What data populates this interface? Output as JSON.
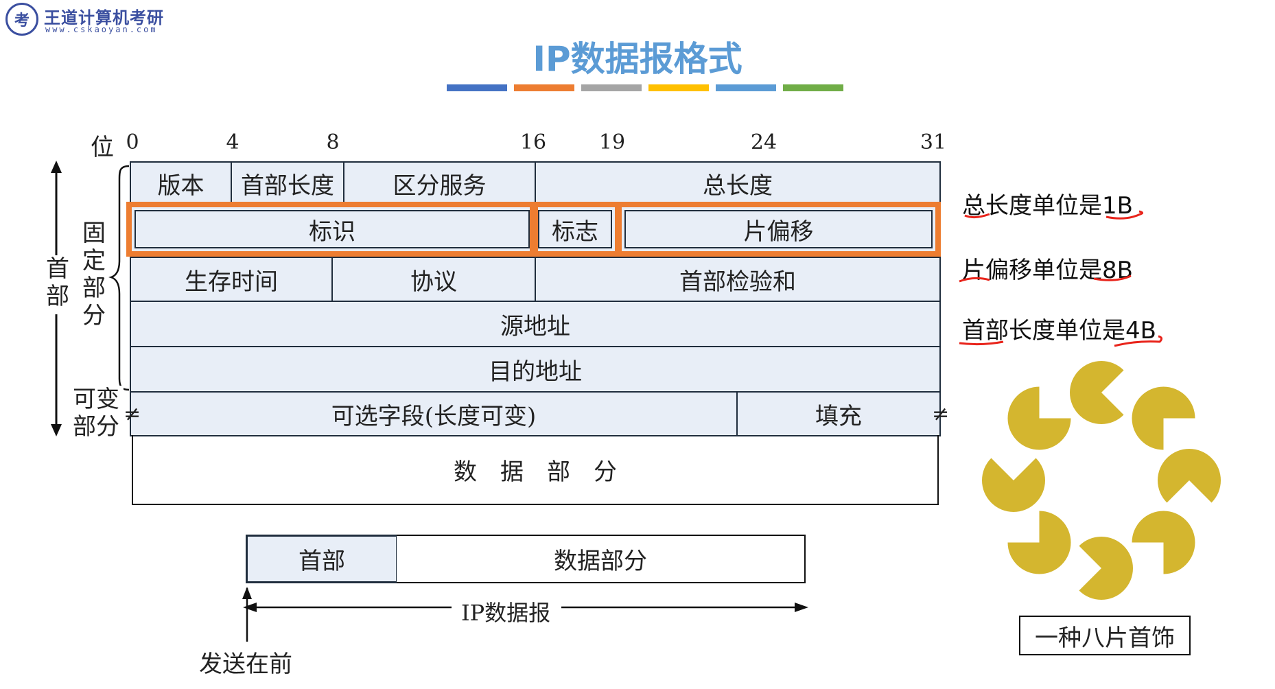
{
  "logo": {
    "badge": "考",
    "name": "王道计算机考研",
    "url": "www.cskaoyan.com"
  },
  "title": "IP数据报格式",
  "title_bars": [
    "#4472c4",
    "#ed7d31",
    "#a5a5a5",
    "#ffc000",
    "#5b9bd5",
    "#70ad47"
  ],
  "bit_axis": {
    "label": "位",
    "numbers": [
      "0",
      "4",
      "8",
      "16",
      "19",
      "24",
      "31"
    ]
  },
  "side_labels": {
    "header": "首部",
    "fixed": "固定部分",
    "variable": "可变部分"
  },
  "header_rows": {
    "row1": {
      "version": "版本",
      "header_length": "首部长度",
      "diff_service": "区分服务",
      "total_length": "总长度"
    },
    "row2": {
      "identification": "标识",
      "flags": "标志",
      "fragment_offset": "片偏移"
    },
    "row3": {
      "ttl": "生存时间",
      "protocol": "协议",
      "checksum": "首部检验和"
    },
    "row4": {
      "source": "源地址"
    },
    "row5": {
      "destination": "目的地址"
    },
    "row6": {
      "options": "可选字段(长度可变)",
      "padding": "填充"
    }
  },
  "data_part": "数　据　部　分",
  "bottom": {
    "header": "首部",
    "data": "数据部分",
    "datagram": "IP数据报",
    "sent_first": "发送在前"
  },
  "notes": [
    "总长度单位是1B",
    "片偏移单位是8B",
    "首部长度单位是4B"
  ],
  "ornament": {
    "caption": "一种八片首饰",
    "petal_color": "#d4b62f"
  },
  "colors": {
    "highlight": "#ed7d31",
    "underline": "#e8231a",
    "cell_fill": "#e8eef7",
    "title": "#5b9bd5"
  }
}
